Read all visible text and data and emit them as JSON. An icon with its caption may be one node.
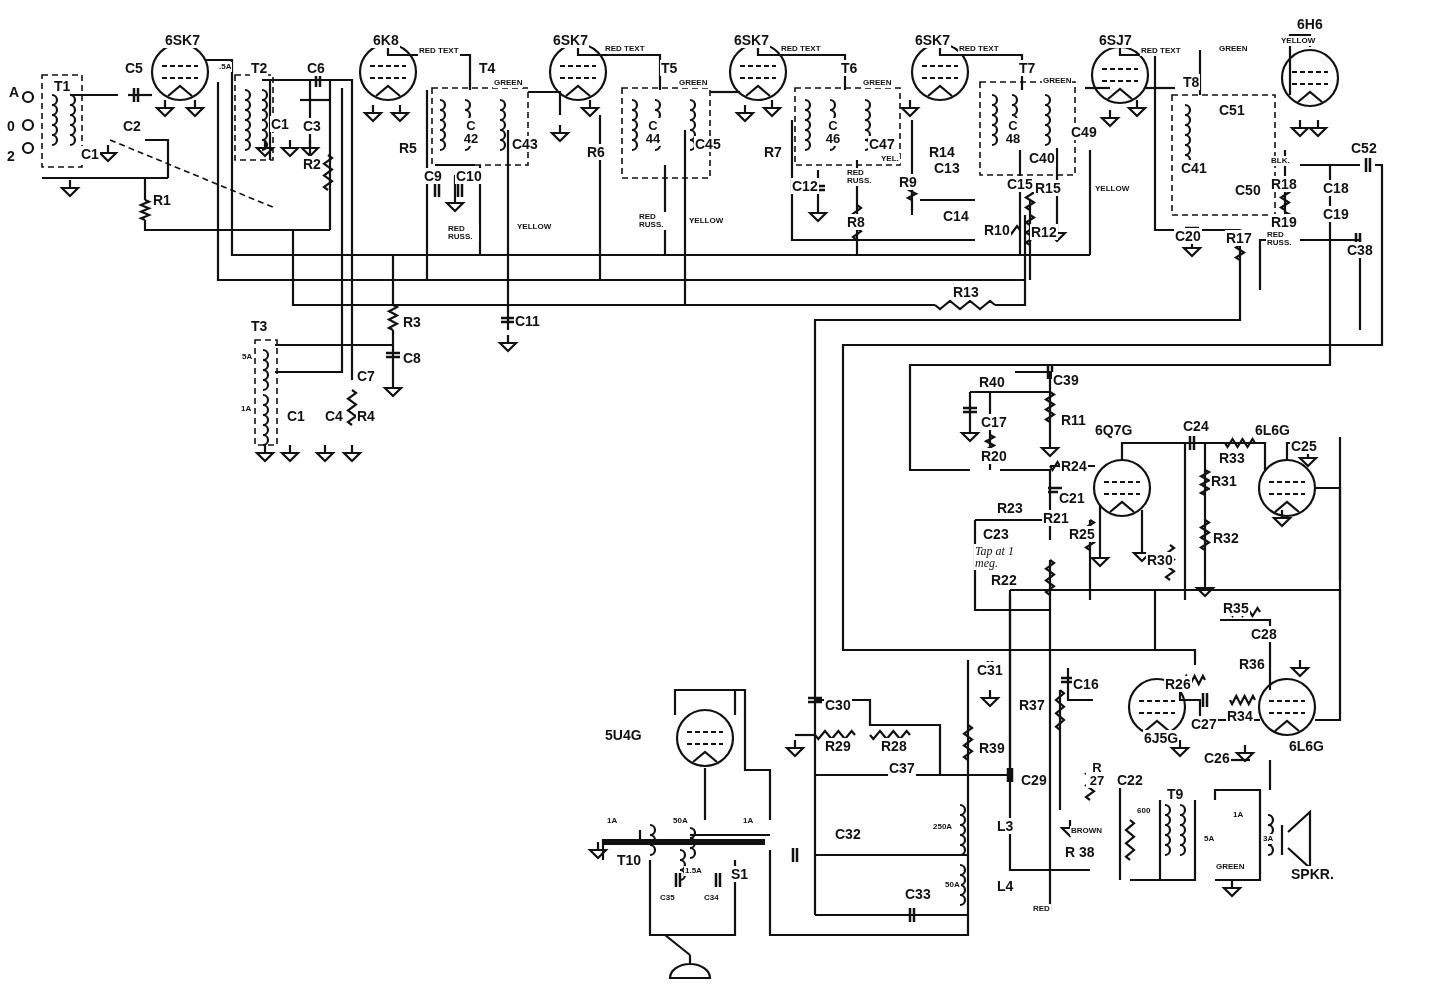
{
  "diagram": {
    "labels": [
      "6SK7",
      "6K8",
      "6SK7",
      "6SK7",
      "6SK7",
      "6SJ7",
      "6H6",
      "RED TEXT",
      "RED TEXT",
      "RED TEXT",
      "RED TEXT",
      "RED TEXT",
      "GREEN",
      "YELLOW",
      "A",
      "0",
      "2",
      "T1",
      "C5",
      "C2",
      "C1",
      "R1",
      "T2",
      "C6",
      "C1",
      "C3",
      "R2",
      "R5",
      "T4",
      "GREEN",
      "C 42",
      "C43",
      "C9",
      "C10",
      "RED RUSS.",
      "YELLOW",
      "T5",
      "GREEN",
      "R6",
      "C 44",
      "C45",
      "RED RUSS.",
      "YELLOW",
      "T6",
      "GREEN",
      "R7",
      "C 46",
      "C47",
      "YEL.",
      "RED RUSS.",
      "C12",
      "R8",
      "R14",
      "R9",
      "C13",
      "C14",
      "T7",
      "GREEN",
      "C 48",
      "C49",
      "C40",
      "C15",
      "R15",
      "YELLOW",
      "R10",
      "R12",
      "R13",
      "C11",
      "T8",
      "C51",
      "C41",
      "C50",
      "BLK.",
      "R18",
      "R19",
      "C20",
      "R17",
      "RED RUSS.",
      "C52",
      "C18",
      "C19",
      "C38",
      "T3",
      "5A",
      "1A",
      "R3",
      "C8",
      "C7",
      "C1",
      "C4",
      "R4",
      "R40",
      "C39",
      "C17",
      "R11",
      "R20",
      "6Q7G",
      "C24",
      "6L6G",
      "C25",
      "R24",
      "R33",
      "R31",
      "C21",
      "R23",
      "R21",
      "C23",
      "Tap at 1 meg.",
      "R25",
      "R32",
      "R30",
      "R22",
      "R35",
      "C28",
      "C31",
      "R36",
      "C16",
      "R26",
      "C30",
      "R37",
      "C27",
      "R34",
      "5U4G",
      "R29",
      "R28",
      "R39",
      "6J5G",
      "6L6G",
      "C26",
      "C37",
      "C29",
      "R 27",
      "C22",
      "T9",
      "1A",
      "50A",
      "1A",
      "L3",
      "250A",
      "C32",
      "T10",
      "1.5A",
      "S1",
      "L4",
      "50A",
      "C33",
      "C35",
      "C34",
      "600",
      "1A",
      "5A",
      "3A",
      "BROWN",
      "R 38",
      "GREEN",
      "SPKR.",
      "RED",
      ".5A"
    ]
  }
}
